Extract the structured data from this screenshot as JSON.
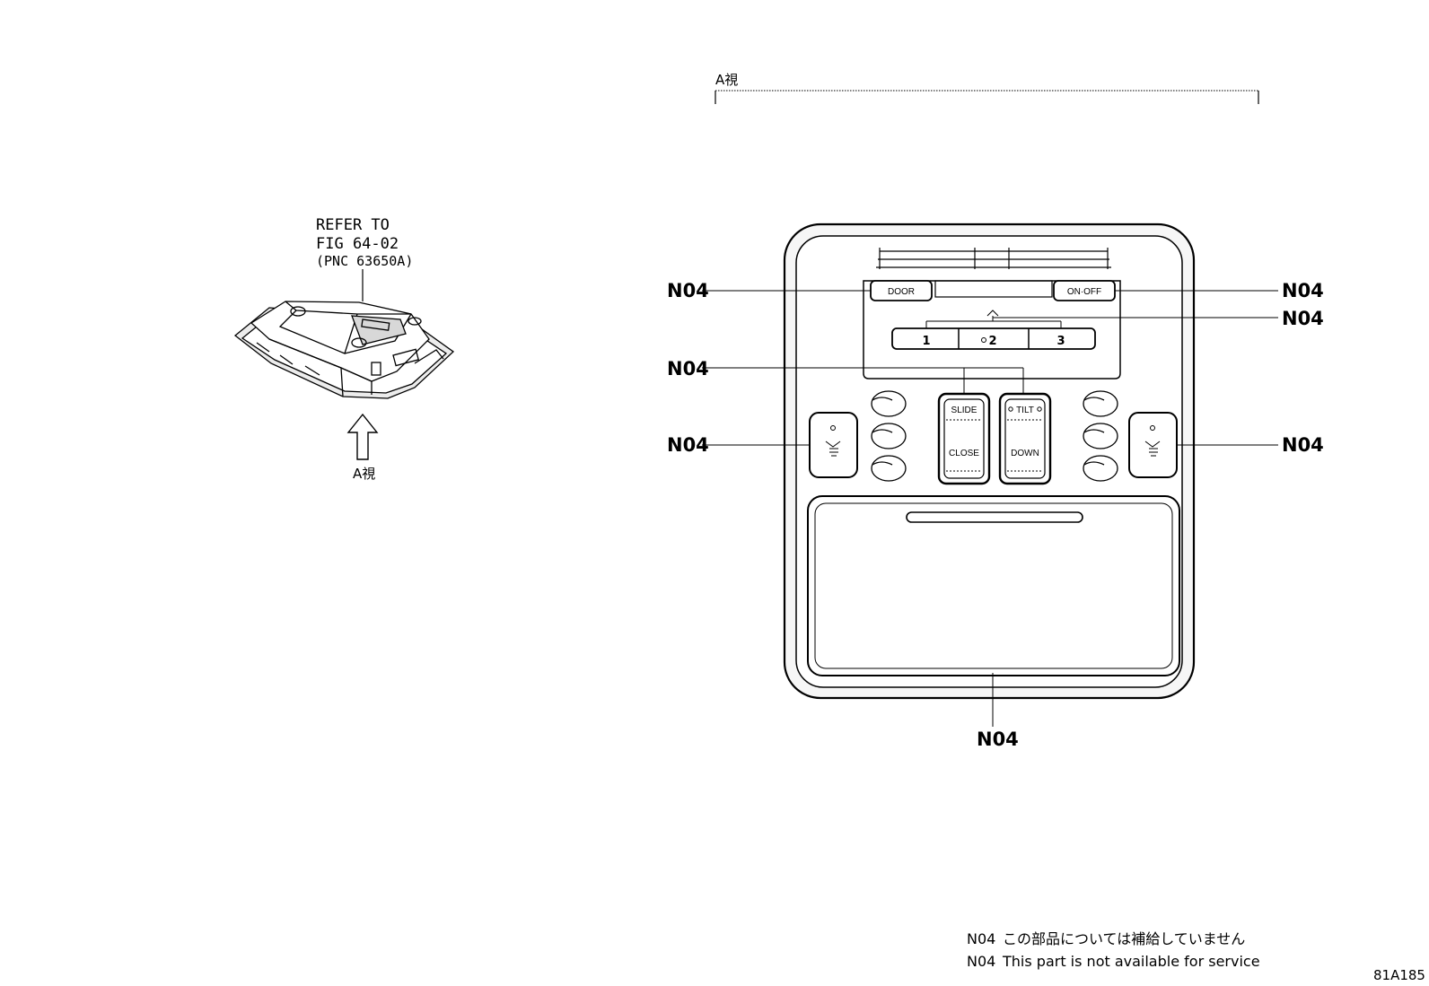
{
  "refer": {
    "line1": "REFER TO",
    "line2": "FIG 64-02",
    "line3": "(PNC 63650A)"
  },
  "view_label_small": "A視",
  "view_label_top": "A視",
  "callout_code": "N04",
  "buttons": {
    "door": "DOOR",
    "on_off": "ON·OFF",
    "memory_1": "1",
    "memory_2": "2",
    "memory_3": "3",
    "slide": "SLIDE",
    "close": "CLOSE",
    "tilt": "TILT",
    "down": "DOWN"
  },
  "legend": {
    "line1_code": "N04",
    "line1_text": "この部品については補給していません",
    "line2_code": "N04",
    "line2_text": "This part is not available for service"
  },
  "figure_id": "81A185"
}
